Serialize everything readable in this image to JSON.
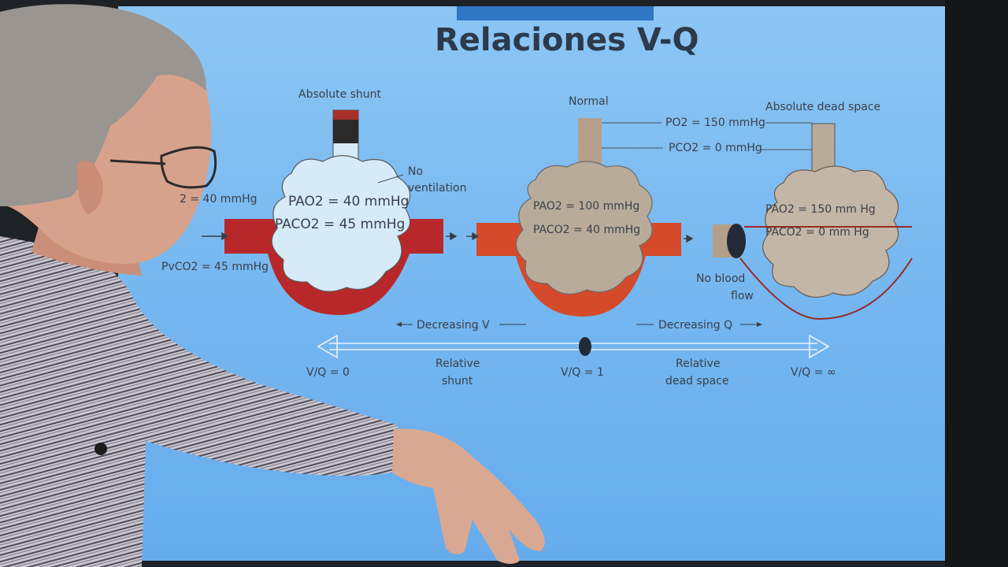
{
  "slide": {
    "title": "Relaciones V-Q",
    "left_panel": {
      "heading": "Absolute shunt",
      "note_line1": "No",
      "note_line2": "ventilation",
      "alveolar_o2": "PAO2 = 40 mmHg",
      "alveolar_co2": "PACO2 = 45 mmHg",
      "arterial_o2_partial": "2 = 40 mmHg",
      "venous_co2": "PvCO2 = 45 mmHg"
    },
    "middle_panel": {
      "heading": "Normal",
      "alveolar_o2": "PAO2 = 100 mmHg",
      "alveolar_co2": "PACO2 = 40 mmHg",
      "inspired_o2": "PO2 = 150 mmHg",
      "inspired_co2": "PCO2 = 0 mmHg"
    },
    "right_panel": {
      "heading": "Absolute dead space",
      "alveolar_o2": "PAO2 = 150 mm Hg",
      "alveolar_co2": "PACO2 = 0 mm Hg",
      "note_line1": "No blood",
      "note_line2": "flow"
    },
    "axis": {
      "decreasing_v": "Decreasing V",
      "decreasing_q": "Decreasing Q",
      "vq_zero": "V/Q = 0",
      "vq_one": "V/Q = 1",
      "vq_inf": "V/Q = ∞",
      "relative_shunt_1": "Relative",
      "relative_shunt_2": "shunt",
      "relative_dead_1": "Relative",
      "relative_dead_2": "dead space"
    }
  },
  "colors": {
    "screen": "#7ab9f1",
    "blood_dark": "#b8282a",
    "blood_mid": "#d44a2a",
    "alveolus_light": "#d6eaf8",
    "alveolus_tan": "#b9ab9a",
    "airway_tan": "#b49f8a"
  }
}
